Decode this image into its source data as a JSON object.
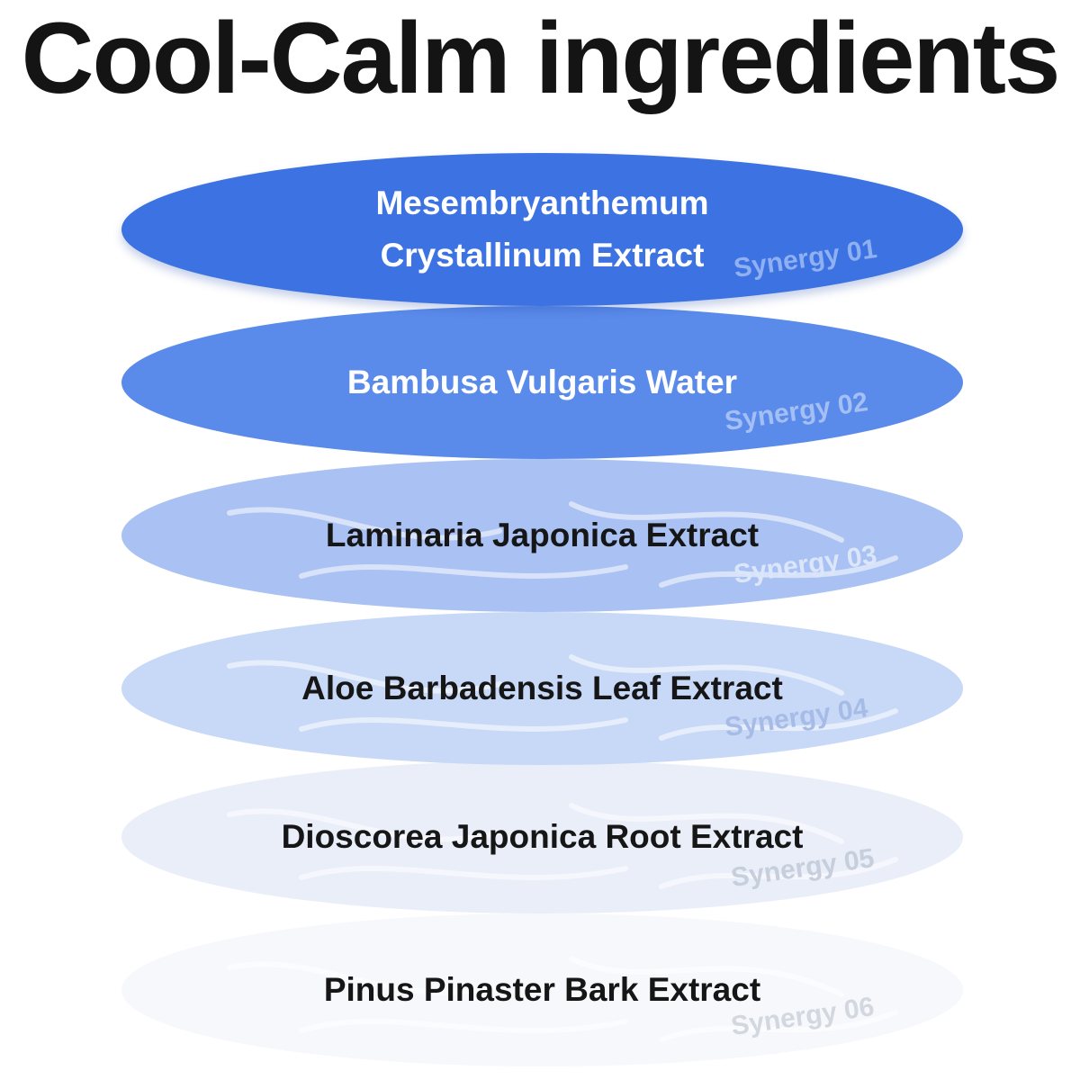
{
  "title": "Cool-Calm ingredients",
  "layers": [
    {
      "label_lines": [
        "Mesembryanthemum",
        "Crystallinum Extract"
      ],
      "tag": "Synergy 01",
      "fill": "#3d72e3",
      "text_color": "#ffffff",
      "tag_color": "#8fb0f1"
    },
    {
      "label_lines": [
        "Bambusa Vulgaris Water"
      ],
      "tag": "Synergy 02",
      "fill": "#5b8bea",
      "text_color": "#ffffff",
      "tag_color": "#a3bff4"
    },
    {
      "label_lines": [
        "Laminaria Japonica Extract"
      ],
      "tag": "Synergy 03",
      "fill": "#a9c1f3",
      "text_color": "#161616",
      "tag_color": "#dbe6fb"
    },
    {
      "label_lines": [
        "Aloe Barbadensis Leaf Extract"
      ],
      "tag": "Synergy 04",
      "fill": "#c8d8f7",
      "text_color": "#161616",
      "tag_color": "#a6bce6"
    },
    {
      "label_lines": [
        "Dioscorea Japonica Root Extract"
      ],
      "tag": "Synergy 05",
      "fill": "#e9eef9",
      "text_color": "#161616",
      "tag_color": "#c7cfdd"
    },
    {
      "label_lines": [
        "Pinus Pinaster Bark Extract"
      ],
      "tag": "Synergy 06",
      "fill": "#f6f8fc",
      "text_color": "#161616",
      "tag_color": "#d3d8e0"
    }
  ]
}
